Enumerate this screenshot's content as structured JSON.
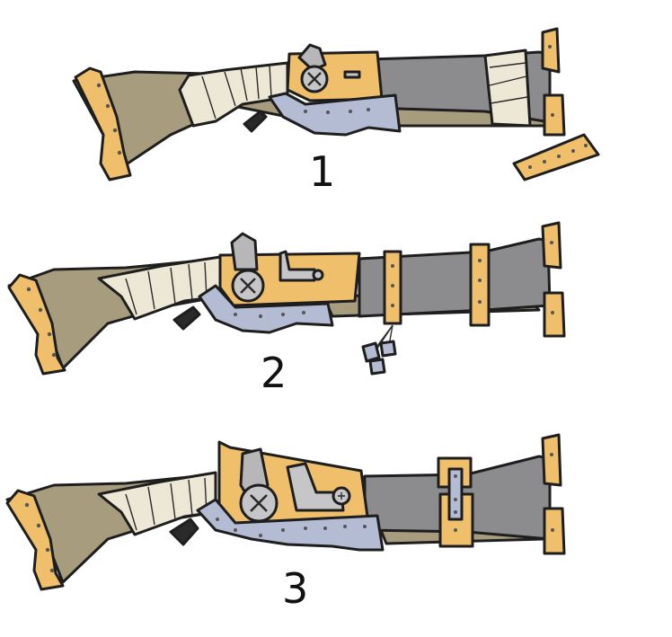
{
  "artwork": {
    "description": "Concept sketches of three makeshift rifle variants",
    "colors": {
      "gold": "#EFBF6C",
      "wood": "#A89C7E",
      "barrel": "#8C8C8E",
      "steel": "#B4BCD4",
      "wrap": "#EDE8D6",
      "outline": "#1E1E1E",
      "background": "#FFFFFF"
    },
    "variants": [
      {
        "label": "1"
      },
      {
        "label": "2"
      },
      {
        "label": "3"
      }
    ]
  }
}
